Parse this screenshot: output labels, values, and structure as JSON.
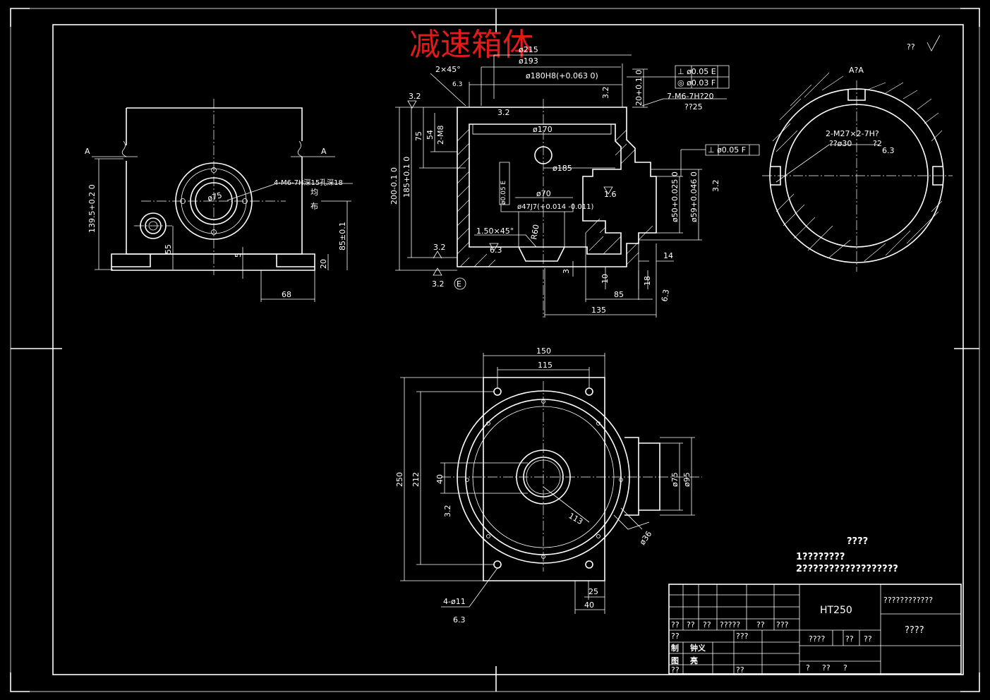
{
  "title": "减速箱体",
  "roughness_note": "?? ",
  "section_label": "A?A",
  "section_marks": [
    "A",
    "A"
  ],
  "tech_req": {
    "heading": "????",
    "line1": "1????????",
    "line2": "2??????????????????"
  },
  "front_view": {
    "thread_note_1": "4-M6-7H深15孔深18",
    "thread_note_2": "均",
    "thread_note_3": "布",
    "bore": "ø75",
    "dim_height": "139.5+0.2 0",
    "dim_55": "55",
    "dim_5": "5",
    "dim_20": "20",
    "dim_85": "85±0.1",
    "dim_68": "68"
  },
  "section_view": {
    "chamfer": "2×45°",
    "d215": "ø215",
    "d193": "ø193",
    "d180": "ø180H8(+0.063 0)",
    "tol1": "⊥ ø0.05 E",
    "tol2": "◎ ø0.03 F",
    "tap": "7-M6-7H?20",
    "tap2": "??25",
    "d170": "ø170",
    "d185": "ø185",
    "m8": "2-M8",
    "d70": "ø70",
    "d47": "ø47J7(+0.014 -0.011)",
    "c150": "1.50×45°",
    "r60": "R60",
    "tol3": "⊥ ø0.05 F",
    "d50": "ø50+0.025 0",
    "d59": "ø59+0.046 0",
    "r32a": "3.2",
    "r32b": "3.2",
    "r32c": "3.2",
    "r32d": "3.2",
    "r32e": "3.2",
    "r63a": "6.3",
    "r63b": "6.3",
    "r16": "1.6",
    "h200": "200-0.1 0",
    "h185": "185+0.1 0",
    "h75": "75",
    "h54": "54",
    "d14": "14",
    "d18": "18",
    "d10": "10",
    "d3": "3",
    "d85": "85",
    "d135": "135",
    "d20": "20+0.1 0",
    "datum_e": "E",
    "v005": "ø0.05 E"
  },
  "side_view": {
    "thread": "2-M27×2-7H?",
    "depth": "??ø30",
    "r": "?2",
    "r63": "6.3"
  },
  "plan_view": {
    "w150": "150",
    "w115": "115",
    "h250": "250",
    "h212": "212",
    "h40": "40",
    "d75": "ø75",
    "d95": "ø95",
    "d113": "113",
    "d36": "ø36",
    "holes": "4-ø11",
    "r63": "6.3",
    "d25": "25",
    "d40": "40",
    "r32": "3.2"
  },
  "title_block": {
    "material": "HT250",
    "company": "????????????",
    "drawing_name": "????",
    "row_labels": [
      "??",
      "??",
      "??",
      "?????",
      "??",
      "???"
    ],
    "designer_label": "制",
    "designer": "钟义",
    "checker_label": "图",
    "checker": "亮",
    "scale_row": [
      "????",
      "??",
      "??"
    ],
    "sheet_row": [
      "?",
      "??",
      "?"
    ],
    "misc_1": "??",
    "misc_2": "???",
    "misc_3": "??"
  }
}
